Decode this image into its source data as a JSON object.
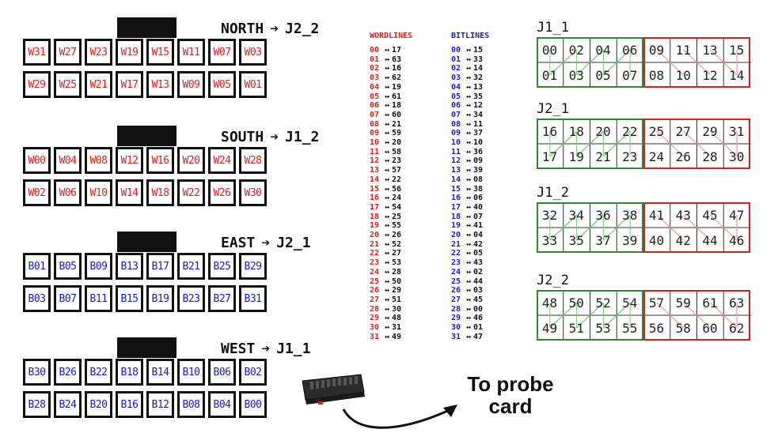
{
  "colors": {
    "wordline": "#e02020",
    "bitline": "#1a1ad0",
    "green": "#2e8b2e",
    "red": "#d42020"
  },
  "blocks": [
    {
      "label": "NORTH",
      "arrow": "➔",
      "target": "J2_2",
      "type": "wordline",
      "top": [
        "W31",
        "W27",
        "W23",
        "W19",
        "W15",
        "W11",
        "W07",
        "W03"
      ],
      "bottom": [
        "W29",
        "W25",
        "W21",
        "W17",
        "W13",
        "W09",
        "W05",
        "W01"
      ]
    },
    {
      "label": "SOUTH",
      "arrow": "➔",
      "target": "J1_2",
      "type": "wordline",
      "top": [
        "W00",
        "W04",
        "W08",
        "W12",
        "W16",
        "W20",
        "W24",
        "W28"
      ],
      "bottom": [
        "W02",
        "W06",
        "W10",
        "W14",
        "W18",
        "W22",
        "W26",
        "W30"
      ]
    },
    {
      "label": "EAST",
      "arrow": "➔",
      "target": "J2_1",
      "type": "bitline",
      "top": [
        "B01",
        "B05",
        "B09",
        "B13",
        "B17",
        "B21",
        "B25",
        "B29"
      ],
      "bottom": [
        "B03",
        "B07",
        "B11",
        "B15",
        "B19",
        "B23",
        "B27",
        "B31"
      ]
    },
    {
      "label": "WEST",
      "arrow": "➔",
      "target": "J1_1",
      "type": "bitline",
      "top": [
        "B30",
        "B26",
        "B22",
        "B18",
        "B14",
        "B10",
        "B06",
        "B02"
      ],
      "bottom": [
        "B28",
        "B24",
        "B20",
        "B16",
        "B12",
        "B08",
        "B04",
        "B00"
      ]
    }
  ],
  "mapping": {
    "wordlines_title": "WORDLINES",
    "bitlines_title": "BITLINES",
    "arrow": "↔",
    "keys": [
      "00",
      "01",
      "02",
      "03",
      "04",
      "05",
      "06",
      "07",
      "08",
      "09",
      "10",
      "11",
      "12",
      "13",
      "14",
      "15",
      "16",
      "17",
      "18",
      "19",
      "20",
      "21",
      "22",
      "23",
      "24",
      "25",
      "26",
      "27",
      "28",
      "29",
      "30",
      "31"
    ],
    "wordlines": [
      "17",
      "63",
      "16",
      "62",
      "19",
      "61",
      "18",
      "60",
      "21",
      "59",
      "20",
      "58",
      "23",
      "57",
      "22",
      "56",
      "24",
      "54",
      "25",
      "55",
      "26",
      "52",
      "27",
      "53",
      "28",
      "50",
      "29",
      "51",
      "30",
      "48",
      "31",
      "49"
    ],
    "bitlines": [
      "15",
      "33",
      "14",
      "32",
      "13",
      "35",
      "12",
      "34",
      "11",
      "37",
      "10",
      "36",
      "09",
      "39",
      "08",
      "38",
      "06",
      "40",
      "07",
      "41",
      "04",
      "42",
      "05",
      "43",
      "02",
      "44",
      "03",
      "45",
      "00",
      "46",
      "01",
      "47"
    ]
  },
  "connectors": [
    {
      "name": "J1_1",
      "top": [
        "00",
        "02",
        "04",
        "06",
        "09",
        "11",
        "13",
        "15"
      ],
      "bottom": [
        "01",
        "03",
        "05",
        "07",
        "08",
        "10",
        "12",
        "14"
      ]
    },
    {
      "name": "J2_1",
      "top": [
        "16",
        "18",
        "20",
        "22",
        "25",
        "27",
        "29",
        "31"
      ],
      "bottom": [
        "17",
        "19",
        "21",
        "23",
        "24",
        "26",
        "28",
        "30"
      ]
    },
    {
      "name": "J1_2",
      "top": [
        "32",
        "34",
        "36",
        "38",
        "41",
        "43",
        "45",
        "47"
      ],
      "bottom": [
        "33",
        "35",
        "37",
        "39",
        "40",
        "42",
        "44",
        "46"
      ]
    },
    {
      "name": "J2_2",
      "top": [
        "48",
        "50",
        "52",
        "54",
        "57",
        "59",
        "61",
        "63"
      ],
      "bottom": [
        "49",
        "51",
        "53",
        "55",
        "56",
        "58",
        "60",
        "62"
      ]
    }
  ],
  "probe": {
    "line1": "To probe",
    "line2": "card"
  }
}
